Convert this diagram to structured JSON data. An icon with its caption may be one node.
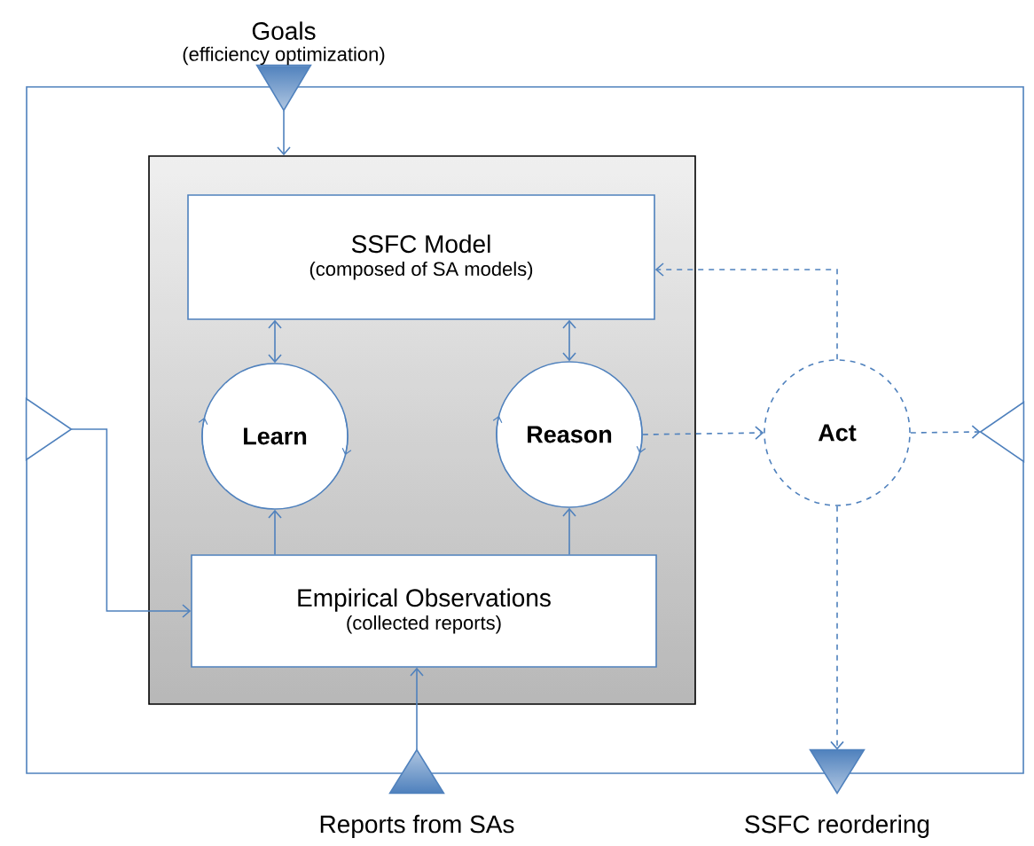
{
  "diagram": {
    "nodes": [
      {
        "text": [
          "Goals",
          "(efficiency optimization)"
        ]
      },
      {
        "text": [],
        "shape": "box"
      },
      {
        "text": [
          "SSFC Model",
          "(composed of SA models)"
        ],
        "in": 1
      },
      {
        "text": [
          "Learn"
        ],
        "in": 1
      },
      {
        "text": [
          "Reason"
        ],
        "in": 1
      },
      {
        "text": [
          "Empirical Observations",
          "(collected reports)"
        ],
        "in": 1
      },
      {
        "text": [
          "Act"
        ]
      },
      {
        "text": [],
        "shape": "triangle"
      },
      {
        "text": [],
        "shape": "triangle"
      },
      {
        "text": [
          "Reports from SAs"
        ]
      },
      {
        "text": [
          "SSFC reordering"
        ]
      }
    ],
    "edges": [
      {
        "from": 0,
        "to": 1,
        "arrow": "to"
      },
      {
        "from": 2,
        "to": 3,
        "arrow": "both"
      },
      {
        "from": 2,
        "to": 4,
        "arrow": "both"
      },
      {
        "from": 5,
        "to": 3,
        "arrow": "to"
      },
      {
        "from": 5,
        "to": 4,
        "arrow": "to"
      },
      {
        "from": 7,
        "to": 5,
        "arrow": "to"
      },
      {
        "from": 9,
        "to": 5,
        "arrow": "to"
      },
      {
        "from": 4,
        "to": 6,
        "arrow": "to",
        "style": "dashed"
      },
      {
        "from": 6,
        "to": 2,
        "arrow": "to",
        "style": "dashed"
      },
      {
        "from": 6,
        "to": 8,
        "arrow": "to",
        "style": "dashed"
      },
      {
        "from": 6,
        "to": 10,
        "arrow": "to",
        "style": "dashed"
      }
    ]
  }
}
